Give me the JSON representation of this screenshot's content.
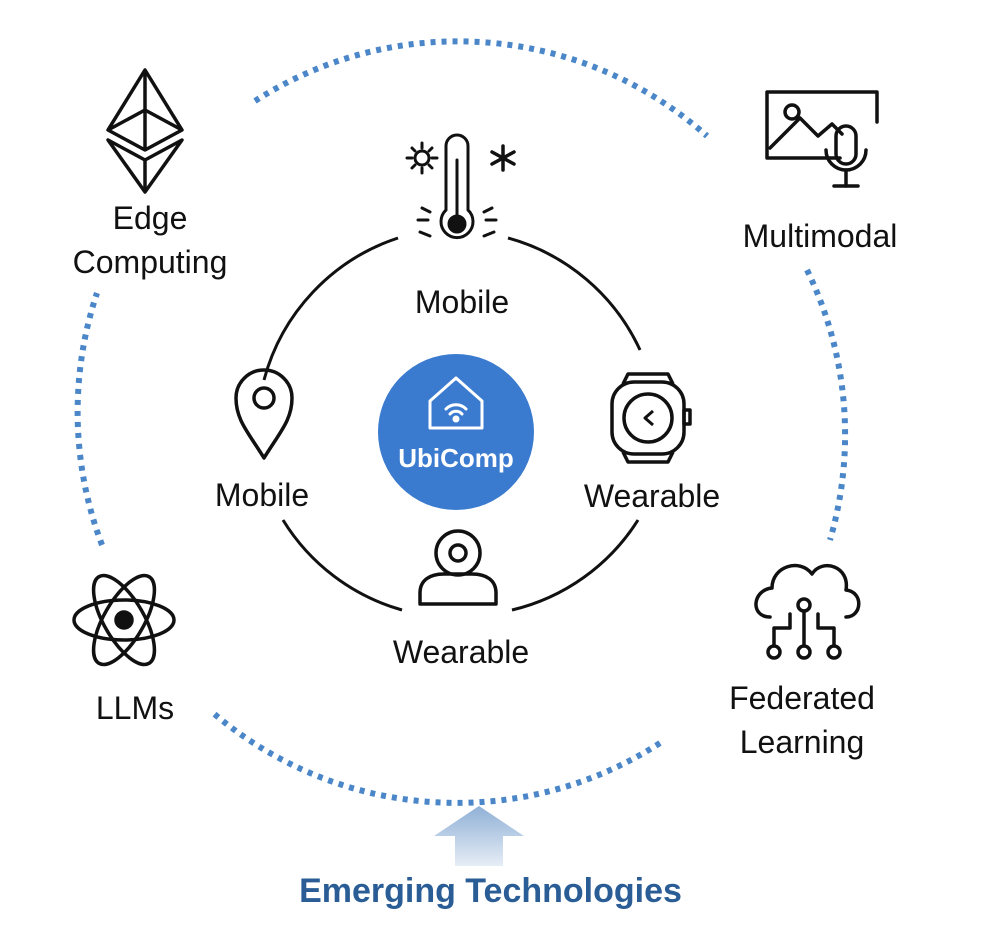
{
  "diagram": {
    "hub": {
      "label": "UbiComp",
      "icon": "smart-home-wifi-icon",
      "color": "#3a7bd0"
    },
    "inner_ring": [
      {
        "label": "Mobile",
        "icon": "thermometer-icon"
      },
      {
        "label": "Mobile",
        "icon": "location-pin-icon"
      },
      {
        "label": "Wearable",
        "icon": "smartwatch-icon"
      },
      {
        "label": "Wearable",
        "icon": "webcam-icon"
      }
    ],
    "outer_ring": [
      {
        "label_lines": [
          "Edge",
          "Computing"
        ],
        "icon": "ethereum-diamond-icon"
      },
      {
        "label_lines": [
          "Multimodal"
        ],
        "icon": "image-microphone-icon"
      },
      {
        "label_lines": [
          "Federated",
          "Learning"
        ],
        "icon": "cloud-network-icon"
      },
      {
        "label_lines": [
          "LLMs"
        ],
        "icon": "atom-icon"
      }
    ],
    "footer": {
      "title": "Emerging Technologies",
      "icon": "up-arrow-icon"
    },
    "colors": {
      "dotted_ring": "#4a86c8",
      "footer_text": "#2a5d95",
      "line": "#111111"
    }
  }
}
